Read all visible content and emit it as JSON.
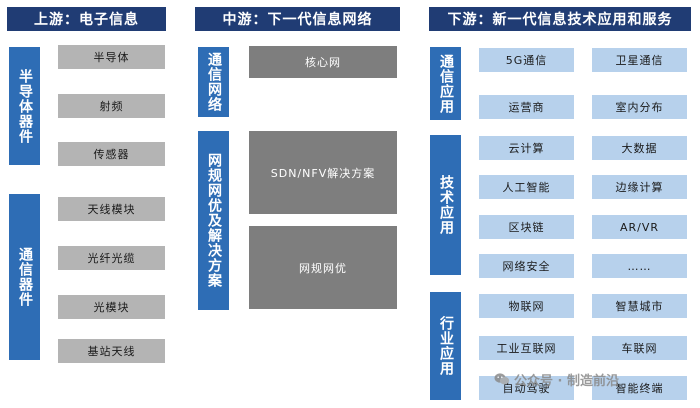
{
  "upstream": {
    "title": "上游：电子信息",
    "groups": [
      {
        "label": "半导体器件",
        "items": [
          "半导体",
          "射频",
          "传感器"
        ]
      },
      {
        "label": "通信器件",
        "items": [
          "天线模块",
          "光纤光缆",
          "光模块",
          "基站天线"
        ]
      }
    ]
  },
  "midstream": {
    "title": "中游：下一代信息网络",
    "groups": [
      {
        "label": "通信网络",
        "items": [
          "核心网"
        ]
      },
      {
        "label": "网规网优及解决方案",
        "items": [
          "SDN/NFV解决方案",
          "网规网优"
        ]
      }
    ]
  },
  "downstream": {
    "title": "下游：新一代信息技术应用和服务",
    "groups": [
      {
        "label": "通信应用",
        "items": [
          "5G通信",
          "卫星通信",
          "运营商",
          "室内分布"
        ]
      },
      {
        "label": "技术应用",
        "items": [
          "云计算",
          "大数据",
          "人工智能",
          "边缘计算",
          "区块链",
          "AR/VR",
          "网络安全",
          "……"
        ]
      },
      {
        "label": "行业应用",
        "items": [
          "物联网",
          "智慧城市",
          "工业互联网",
          "车联网",
          "自动驾驶",
          "智能终端"
        ]
      }
    ]
  },
  "watermark": {
    "text": "公众号 · 制造前沿",
    "icon": "wechat-icon"
  },
  "colors": {
    "header": "#203c74",
    "label": "#2e6db5",
    "box_gray": "#b4b4b4",
    "box_dark_gray": "#7e7e7e",
    "box_blue": "#b7d1ec"
  }
}
